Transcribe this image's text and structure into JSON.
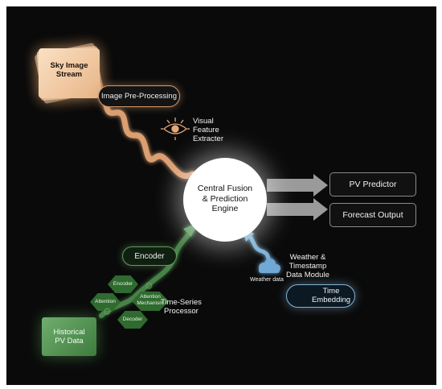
{
  "nodes": {
    "sky": "Sky Image\nStream",
    "pre": "Image Pre-Processing",
    "visual": "Visual\nFeature\nExtracter",
    "hub": "Central Fusion\n& Prediction\nEngine",
    "pv": "PV Predictor",
    "forecast": "Forecast Output",
    "encoder": "Encoder",
    "weather_module": "Weather &\nTimestamp\nData Module",
    "weather_data": "Weather data",
    "time": "Time\nEmbedding",
    "ts": "Time-Series\nProcessor",
    "hist": "Historical\nPV Data",
    "mini_encoder": "Encoder",
    "mini_attention": "Attention",
    "mini_mech": "Attention\nMechanism",
    "mini_decoder": "Decoder"
  },
  "colors": {
    "sky": "#e7b586",
    "orange": "#d69b6c",
    "green": "#5d9b5d",
    "blue": "#7fb2d6",
    "background": "#0a0a0a"
  }
}
